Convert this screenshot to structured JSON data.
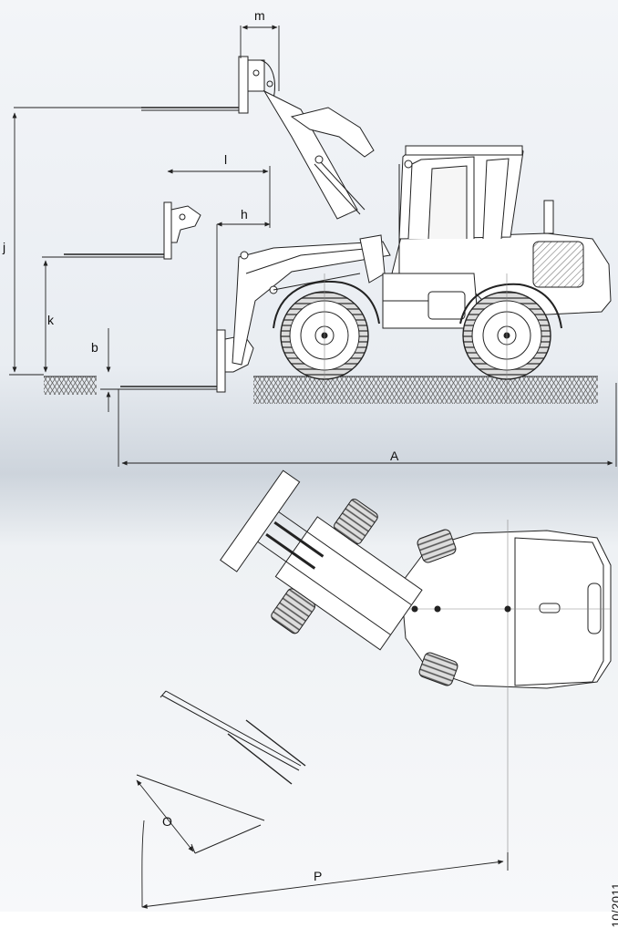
{
  "side_view": {
    "dimension_labels": {
      "m": "m",
      "l": "l",
      "h": "h",
      "j": "j",
      "k": "k",
      "b": "b",
      "A": "A"
    }
  },
  "top_view": {
    "dimension_labels": {
      "O": "O",
      "P": "P"
    }
  },
  "footer": {
    "date": "10/2011"
  },
  "colors": {
    "background_top": "#eef2f7",
    "background_band": "#cfd6de",
    "line": "#222222",
    "hatch": "#555555"
  }
}
